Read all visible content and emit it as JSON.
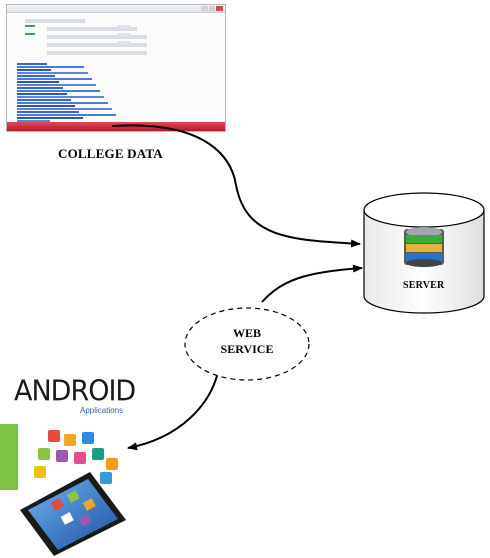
{
  "labels": {
    "college_data": "COLLEGE DATA",
    "server": "SERVER",
    "web_service_line1": "WEB",
    "web_service_line2": "SERVICE",
    "android_logo": "ANDROID",
    "applications": "Applications"
  },
  "colors": {
    "taskbar": "#c8202f",
    "arrow": "#000000",
    "server_top": "#ffffff",
    "server_body": "#f2f2f2",
    "phone_screen": "#1e5fb8"
  },
  "icons": {
    "database": "database-icon",
    "phone": "smartphone-icon"
  }
}
